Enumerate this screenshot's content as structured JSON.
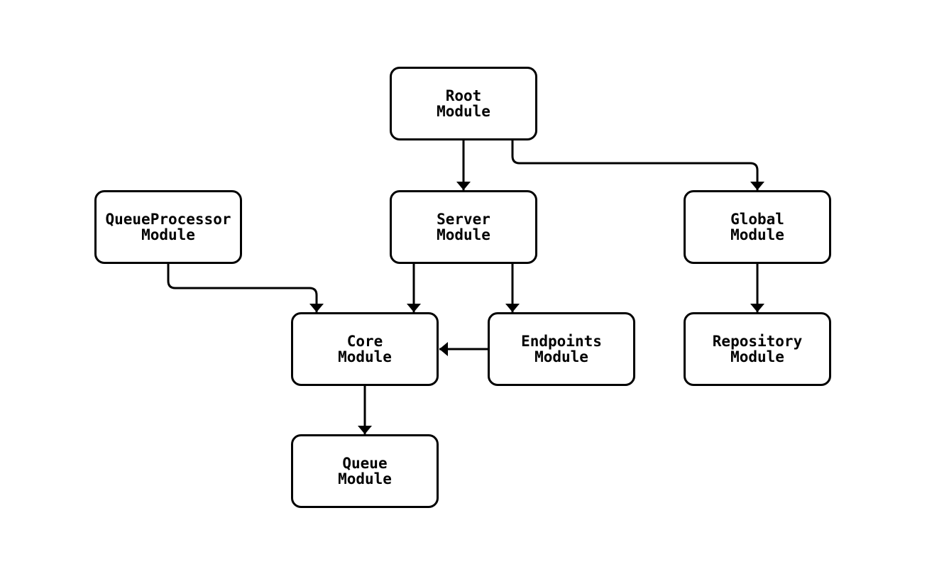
{
  "diagram": {
    "background_color": "#ffffff",
    "stroke_color": "#000000",
    "node_fill_color": "#ffffff",
    "nodes": [
      {
        "id": "root",
        "label": "Root\nModule"
      },
      {
        "id": "queue-processor",
        "label": "QueueProcessor\nModule"
      },
      {
        "id": "server",
        "label": "Server\nModule"
      },
      {
        "id": "global",
        "label": "Global\nModule"
      },
      {
        "id": "core",
        "label": "Core\nModule"
      },
      {
        "id": "endpoints",
        "label": "Endpoints\nModule"
      },
      {
        "id": "repository",
        "label": "Repository\nModule"
      },
      {
        "id": "queue",
        "label": "Queue\nModule"
      }
    ],
    "edges": [
      {
        "from": "root",
        "to": "server"
      },
      {
        "from": "root",
        "to": "global"
      },
      {
        "from": "queue-processor",
        "to": "core"
      },
      {
        "from": "server",
        "to": "core"
      },
      {
        "from": "server",
        "to": "endpoints"
      },
      {
        "from": "endpoints",
        "to": "core"
      },
      {
        "from": "global",
        "to": "repository"
      },
      {
        "from": "core",
        "to": "queue"
      }
    ]
  }
}
